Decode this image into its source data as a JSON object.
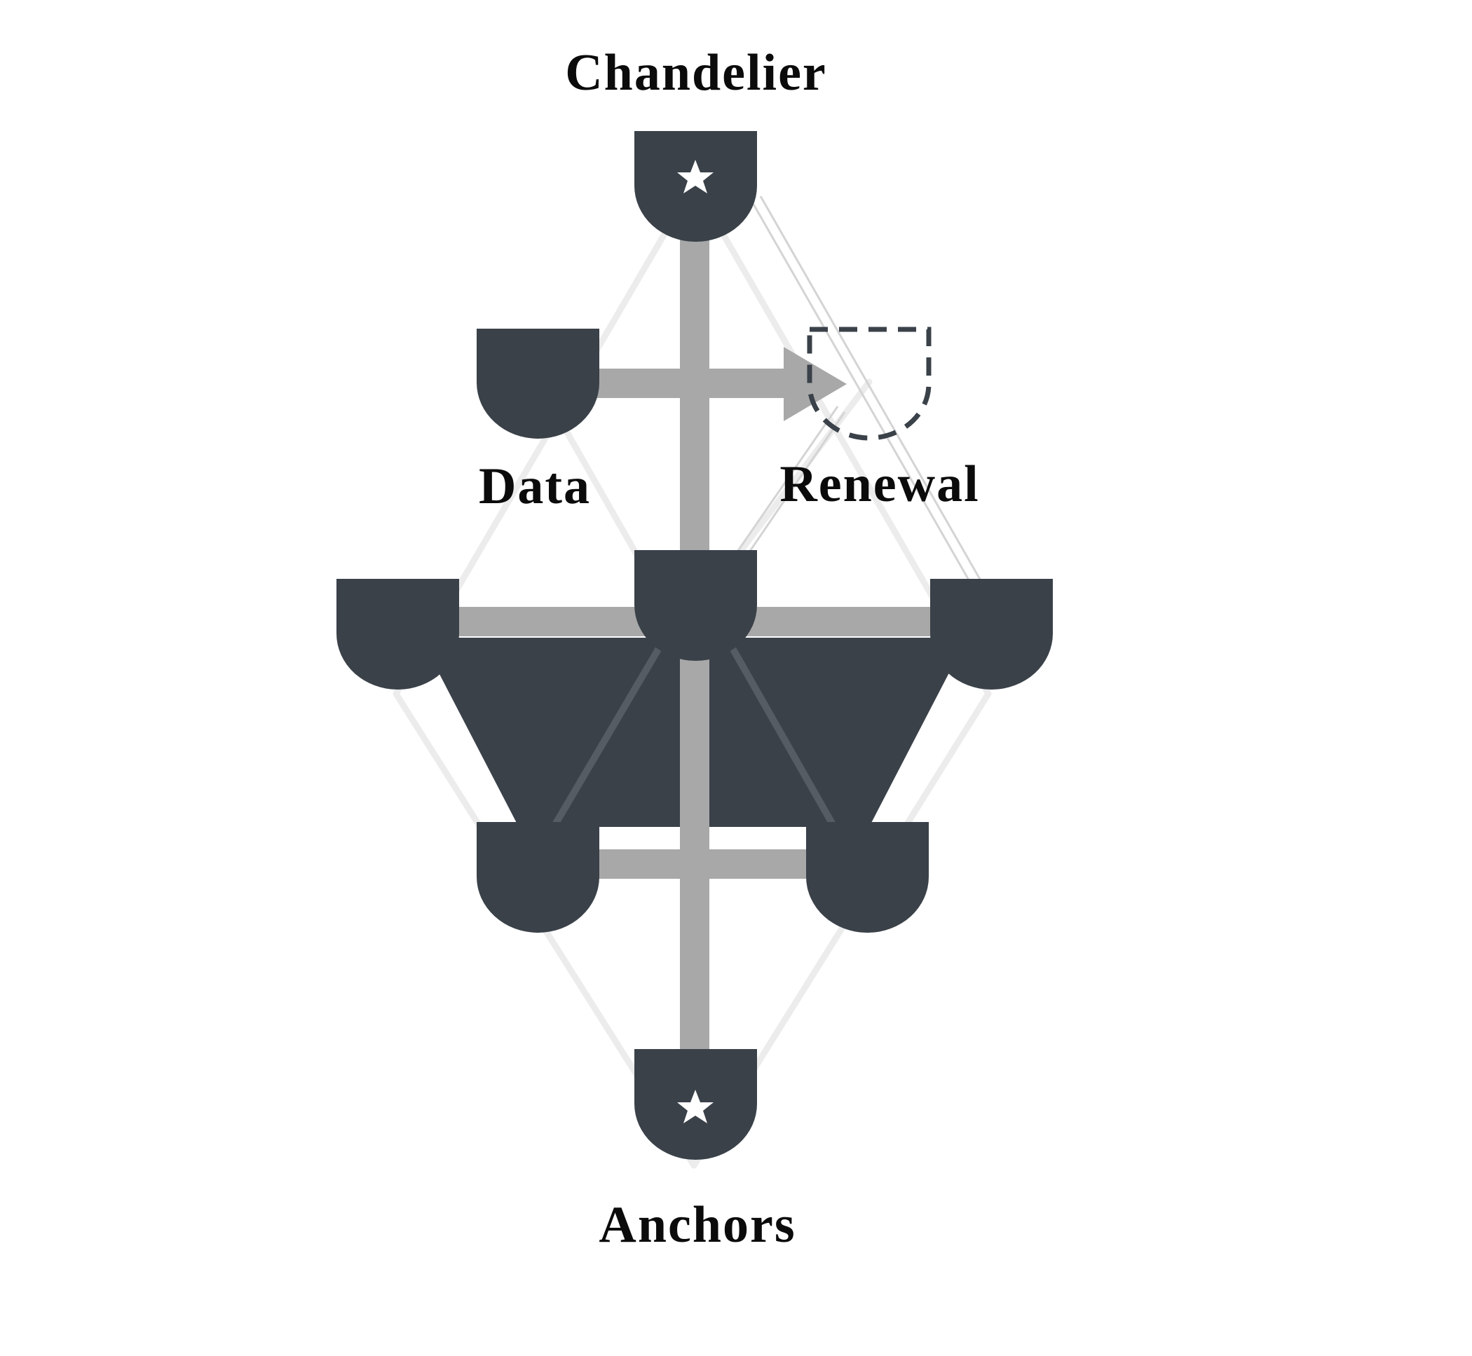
{
  "labels": {
    "top": "Chandelier",
    "left": "Data",
    "right": "Renewal",
    "bottom": "Anchors"
  },
  "colors": {
    "node": "#3a4149",
    "connector": "#a8a8a8",
    "faint_line": "#ececec",
    "background": "#ffffff",
    "star": "#ffffff"
  },
  "icons": {
    "top_node_marker": "star-icon",
    "bottom_node_marker": "star-icon",
    "flow_marker": "arrow-right-icon"
  }
}
